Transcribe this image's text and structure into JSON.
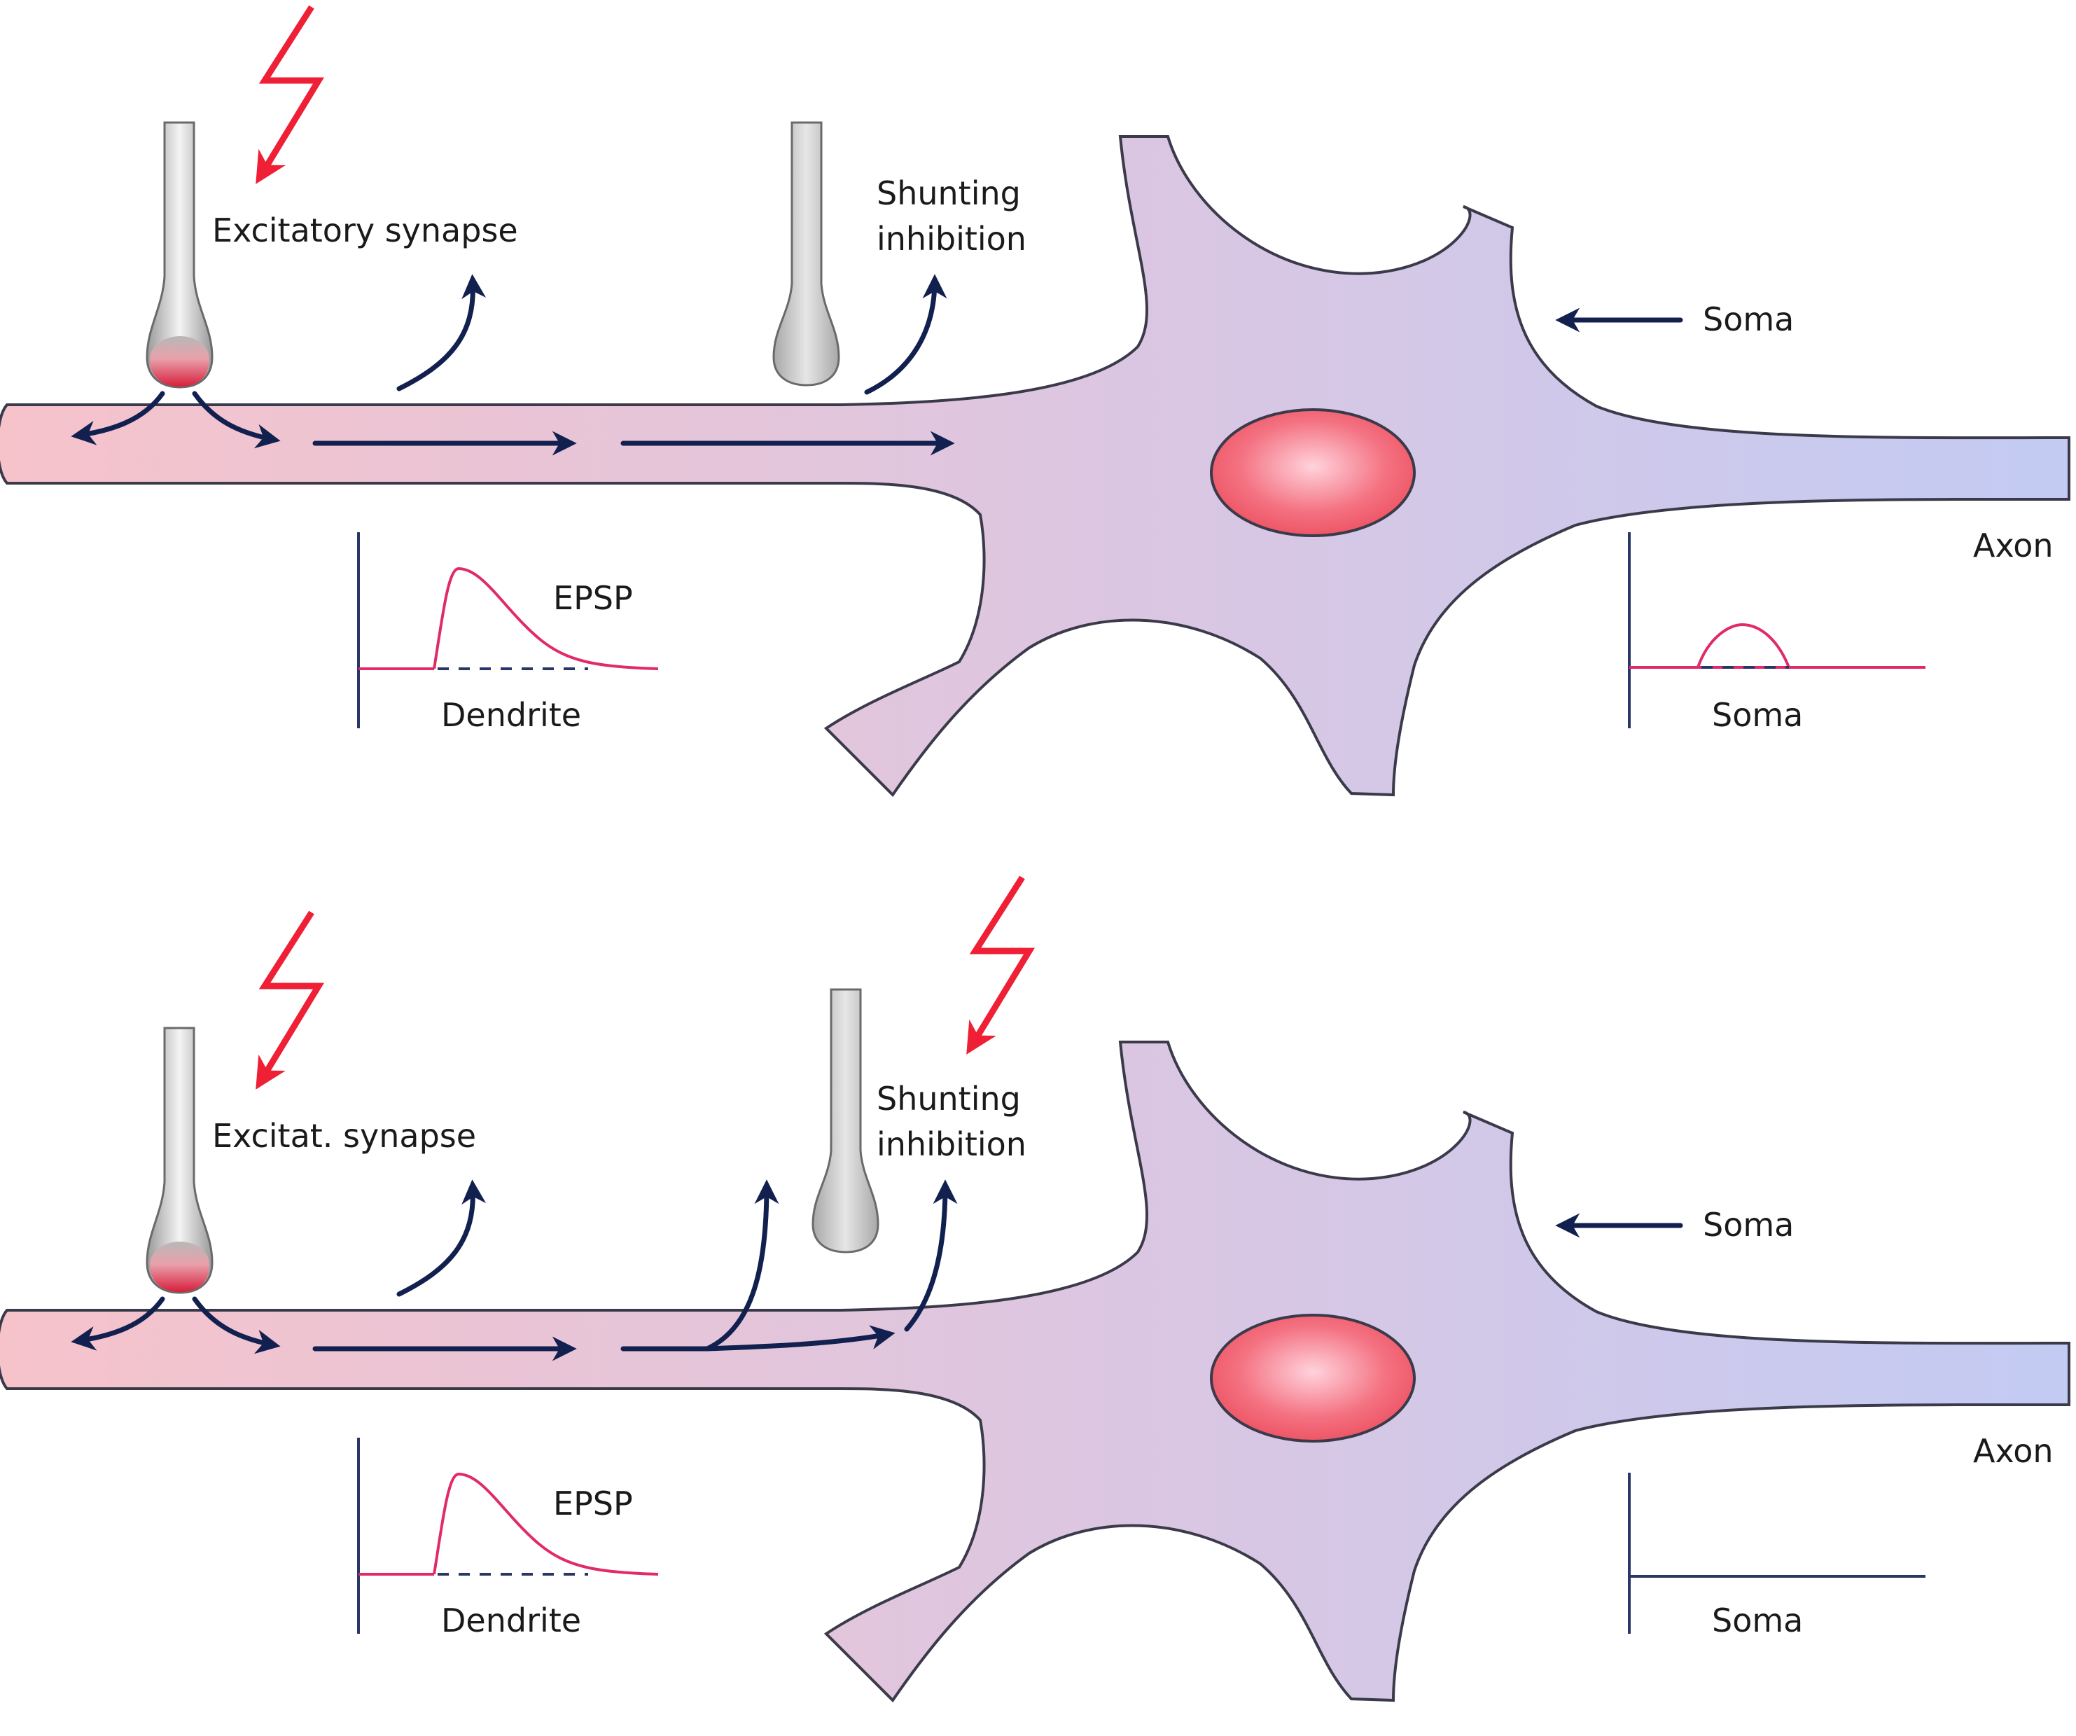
{
  "panels": [
    {
      "id": "top",
      "synapse_label": "Excitatory synapse",
      "inhibition_label": [
        "Shunting",
        "inhibition"
      ],
      "soma_label": "Soma",
      "axon_label": "Axon",
      "epsp_label": "EPSP",
      "dendrite_trace_label": "Dendrite",
      "soma_trace_label": "Soma",
      "inhibition_active": false,
      "soma_response_fraction": 0.3
    },
    {
      "id": "bottom",
      "synapse_label": "Excitat. synapse",
      "inhibition_label": [
        "Shunting",
        "inhibition"
      ],
      "soma_label": "Soma",
      "axon_label": "Axon",
      "epsp_label": "EPSP",
      "dendrite_trace_label": "Dendrite",
      "soma_trace_label": "Soma",
      "inhibition_active": true,
      "soma_response_fraction": 0.0
    }
  ],
  "colors": {
    "dendrite_start": "#f6c3cb",
    "soma_mid": "#ddc6e0",
    "axon_end": "#c3cbf3",
    "nucleus": "#f2606e",
    "excitatory_terminal": "#d81f3c",
    "inhibitory_terminal": "#c8c8c8",
    "flow_arrow": "#12204f",
    "stimulus_bolt": "#ef1f35",
    "trace": "#e02a6a"
  },
  "icons": {
    "stimulus": "lightning-bolt-icon",
    "flow": "arrow-icon"
  }
}
